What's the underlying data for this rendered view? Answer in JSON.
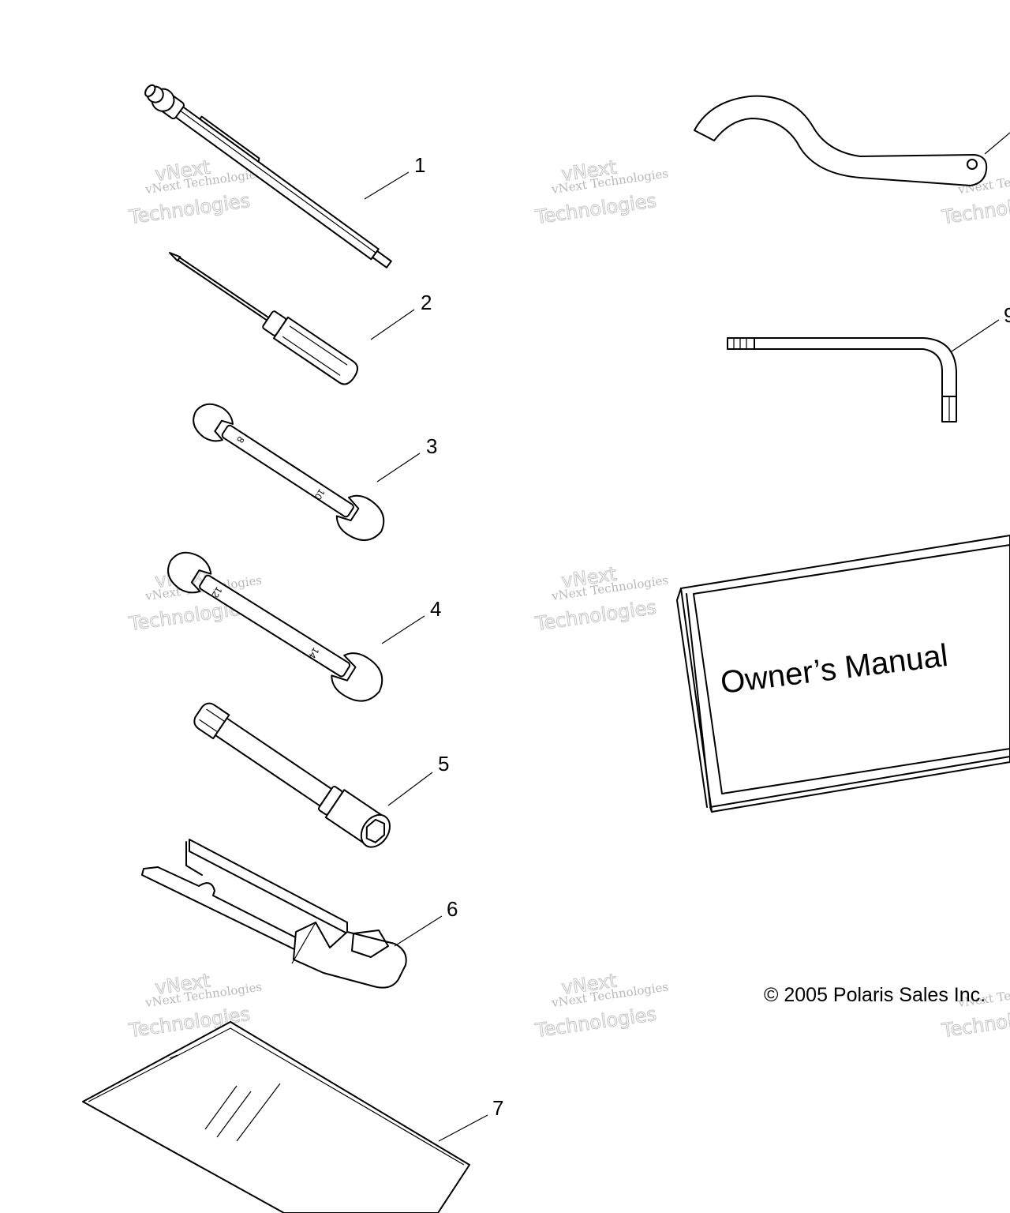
{
  "diagram": {
    "callouts": [
      {
        "id": "1",
        "label": "1"
      },
      {
        "id": "2",
        "label": "2"
      },
      {
        "id": "3",
        "label": "3"
      },
      {
        "id": "4",
        "label": "4"
      },
      {
        "id": "5",
        "label": "5"
      },
      {
        "id": "6",
        "label": "6"
      },
      {
        "id": "7",
        "label": "7"
      },
      {
        "id": "9",
        "label": "9"
      }
    ],
    "owners_manual_title": "Owner’s Manual",
    "copyright": "© 2005 Polaris Sales Inc.",
    "watermark": {
      "line1": "vNext Technologies",
      "line2": "vNext",
      "line3": "Technologies"
    },
    "wrench_sizes": {
      "wrench3_top": "8",
      "wrench3_bottom": "10",
      "wrench4_top": "12",
      "wrench4_bottom": "14"
    }
  }
}
